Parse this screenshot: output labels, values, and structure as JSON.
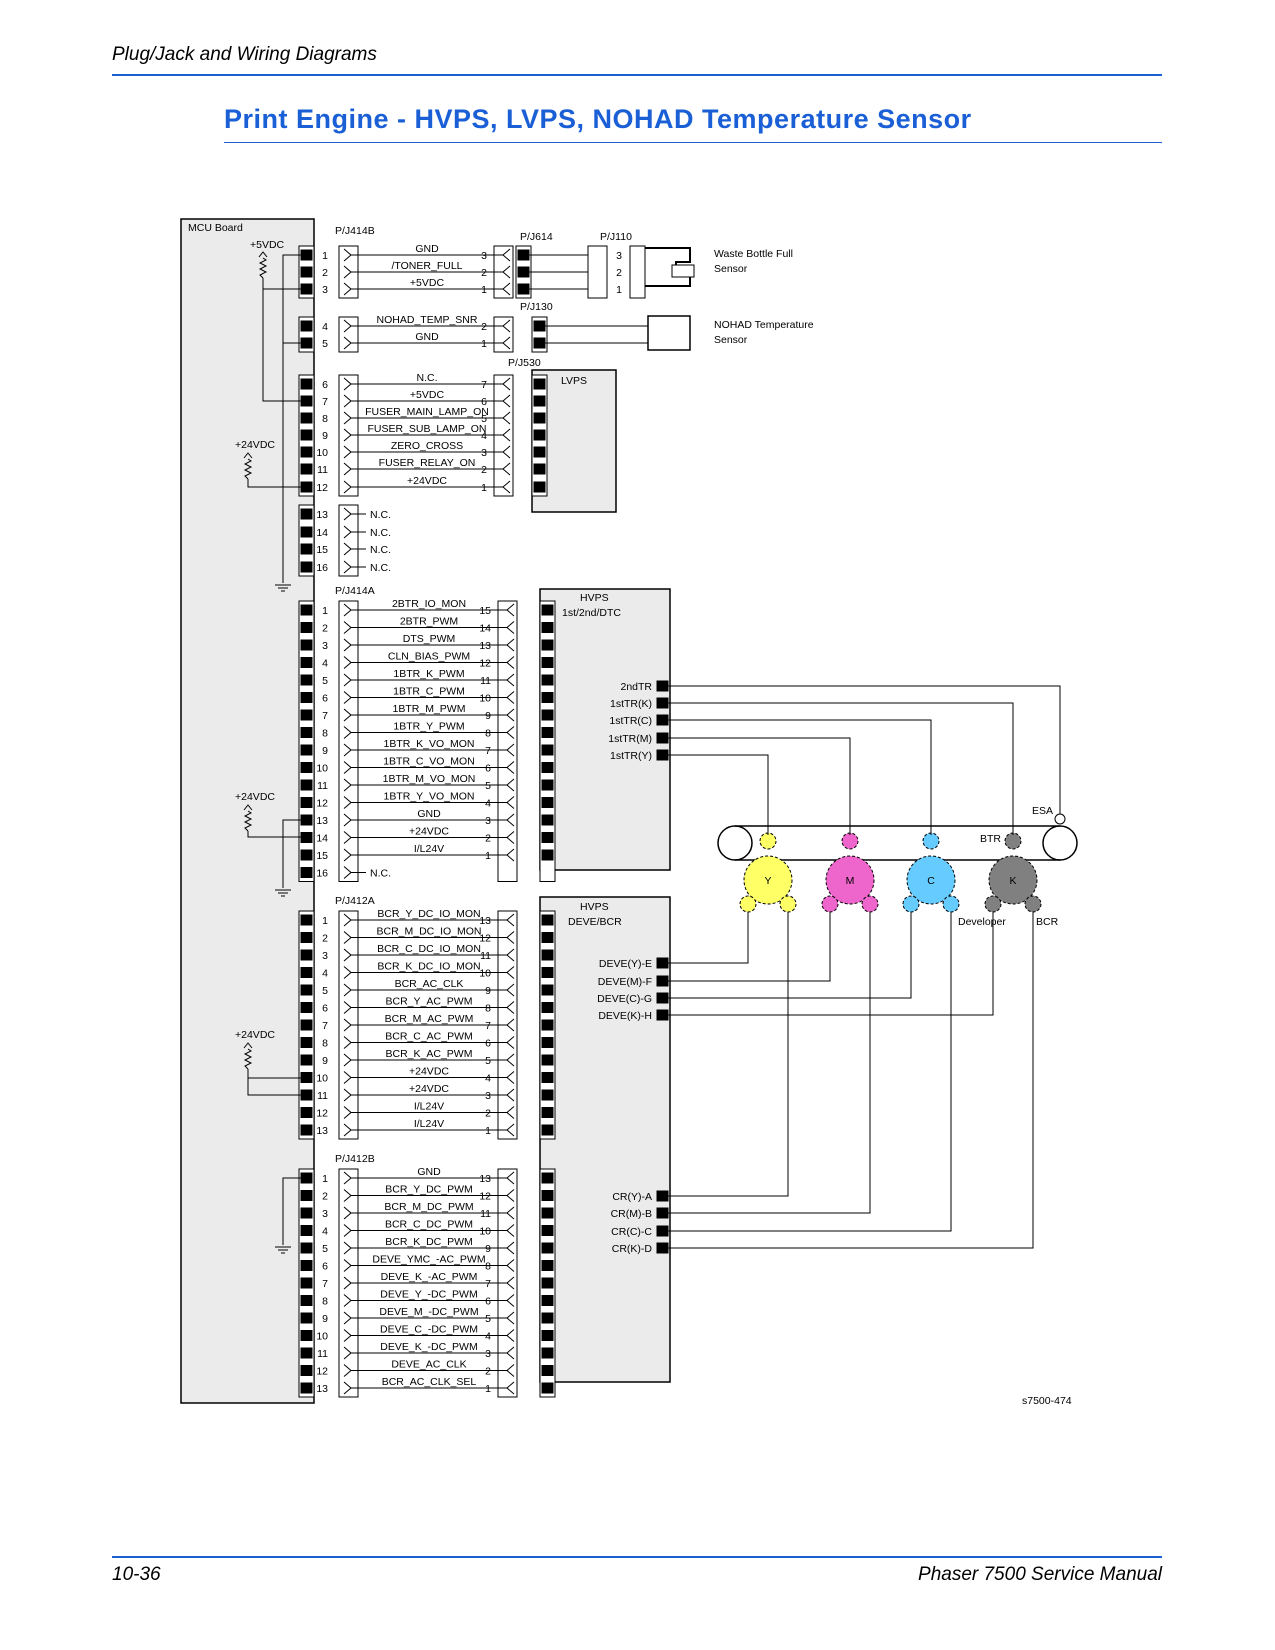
{
  "header": {
    "section_title": "Plug/Jack and Wiring Diagrams"
  },
  "page_title": "Print Engine - HVPS, LVPS, NOHAD Temperature Sensor",
  "footer": {
    "page_number": "10-36",
    "manual_name": "Phaser 7500 Service Manual"
  },
  "figure_id": "s7500-474",
  "colors": {
    "accent": "#1a5fd6",
    "yellow": "#ffff66",
    "magenta": "#ee66cc",
    "cyan": "#66ccff",
    "black": "#808080",
    "box_fill": "#ebebeb"
  },
  "mcu": {
    "label": "MCU Board",
    "supplies": {
      "v5": "+5VDC",
      "v24a": "+24VDC",
      "v24b": "+24VDC",
      "v24c": "+24VDC"
    }
  },
  "connectors": {
    "pj414b": "P/J414B",
    "pj614": "P/J614",
    "pj110": "P/J110",
    "pj130": "P/J130",
    "pj530": "P/J530",
    "pj414a": "P/J414A",
    "pj412a": "P/J412A",
    "pj412b": "P/J412B"
  },
  "devices": {
    "waste_bottle": [
      "Waste Bottle Full",
      "Sensor"
    ],
    "nohad": [
      "NOHAD Temperature",
      "Sensor"
    ],
    "lvps": "LVPS",
    "hvps1": [
      "HVPS",
      "1st/2nd/DTC"
    ],
    "hvps2": [
      "HVPS",
      "DEVE/BCR"
    ],
    "esa": "ESA",
    "btr": "BTR",
    "developer": "Developer",
    "bcr": "BCR",
    "toner_y": "Y",
    "toner_m": "M",
    "toner_c": "C",
    "toner_k": "K"
  },
  "group1": {
    "pins": [
      "1",
      "2",
      "3"
    ],
    "signals": [
      "GND",
      "/TONER_FULL",
      "+5VDC"
    ],
    "pj614_pins": [
      "3",
      "2",
      "1"
    ],
    "pj110_pins": [
      "3",
      "2",
      "1"
    ]
  },
  "group2": {
    "pins": [
      "4",
      "5"
    ],
    "signals": [
      "NOHAD_TEMP_SNR",
      "GND"
    ],
    "far_pins": [
      "2",
      "1"
    ]
  },
  "group3": {
    "pins": [
      "6",
      "7",
      "8",
      "9",
      "10",
      "11",
      "12"
    ],
    "signals": [
      "N.C.",
      "+5VDC",
      "FUSER_MAIN_LAMP_ON",
      "FUSER_SUB_LAMP_ON",
      "ZERO_CROSS",
      "FUSER_RELAY_ON",
      "+24VDC"
    ],
    "far_pins": [
      "7",
      "6",
      "5",
      "4",
      "3",
      "2",
      "1"
    ]
  },
  "group4": {
    "pins": [
      "13",
      "14",
      "15",
      "16"
    ],
    "signals": [
      "N.C.",
      "N.C.",
      "N.C.",
      "N.C."
    ]
  },
  "group5": {
    "pins": [
      "1",
      "2",
      "3",
      "4",
      "5",
      "6",
      "7",
      "8",
      "9",
      "10",
      "11",
      "12",
      "13",
      "14",
      "15",
      "16"
    ],
    "signals": [
      "2BTR_IO_MON",
      "2BTR_PWM",
      "DTS_PWM",
      "CLN_BIAS_PWM",
      "1BTR_K_PWM",
      "1BTR_C_PWM",
      "1BTR_M_PWM",
      "1BTR_Y_PWM",
      "1BTR_K_VO_MON",
      "1BTR_C_VO_MON",
      "1BTR_M_VO_MON",
      "1BTR_Y_VO_MON",
      "GND",
      "+24VDC",
      "I/L24V",
      "N.C."
    ],
    "far_pins": [
      "15",
      "14",
      "13",
      "12",
      "11",
      "10",
      "9",
      "8",
      "7",
      "6",
      "5",
      "4",
      "3",
      "2",
      "1"
    ],
    "outputs": [
      "2ndTR",
      "1stTR(K)",
      "1stTR(C)",
      "1stTR(M)",
      "1stTR(Y)"
    ]
  },
  "group6": {
    "pins": [
      "1",
      "2",
      "3",
      "4",
      "5",
      "6",
      "7",
      "8",
      "9",
      "10",
      "11",
      "12",
      "13"
    ],
    "signals": [
      "BCR_Y_DC_IO_MON",
      "BCR_M_DC_IO_MON",
      "BCR_C_DC_IO_MON",
      "BCR_K_DC_IO_MON",
      "BCR_AC_CLK",
      "BCR_Y_AC_PWM",
      "BCR_M_AC_PWM",
      "BCR_C_AC_PWM",
      "BCR_K_AC_PWM",
      "+24VDC",
      "+24VDC",
      "I/L24V",
      "I/L24V"
    ],
    "far_pins": [
      "13",
      "12",
      "11",
      "10",
      "9",
      "8",
      "7",
      "6",
      "5",
      "4",
      "3",
      "2",
      "1"
    ],
    "outputs": [
      "DEVE(Y)-E",
      "DEVE(M)-F",
      "DEVE(C)-G",
      "DEVE(K)-H"
    ]
  },
  "group7": {
    "pins": [
      "1",
      "2",
      "3",
      "4",
      "5",
      "6",
      "7",
      "8",
      "9",
      "10",
      "11",
      "12",
      "13"
    ],
    "signals": [
      "GND",
      "BCR_Y_DC_PWM",
      "BCR_M_DC_PWM",
      "BCR_C_DC_PWM",
      "BCR_K_DC_PWM",
      "DEVE_YMC_-AC_PWM",
      "DEVE_K_-AC_PWM",
      "DEVE_Y_-DC_PWM",
      "DEVE_M_-DC_PWM",
      "DEVE_C_-DC_PWM",
      "DEVE_K_-DC_PWM",
      "DEVE_AC_CLK",
      "BCR_AC_CLK_SEL"
    ],
    "far_pins": [
      "13",
      "12",
      "11",
      "10",
      "9",
      "8",
      "7",
      "6",
      "5",
      "4",
      "3",
      "2",
      "1"
    ],
    "outputs": [
      "CR(Y)-A",
      "CR(M)-B",
      "CR(C)-C",
      "CR(K)-D"
    ]
  }
}
